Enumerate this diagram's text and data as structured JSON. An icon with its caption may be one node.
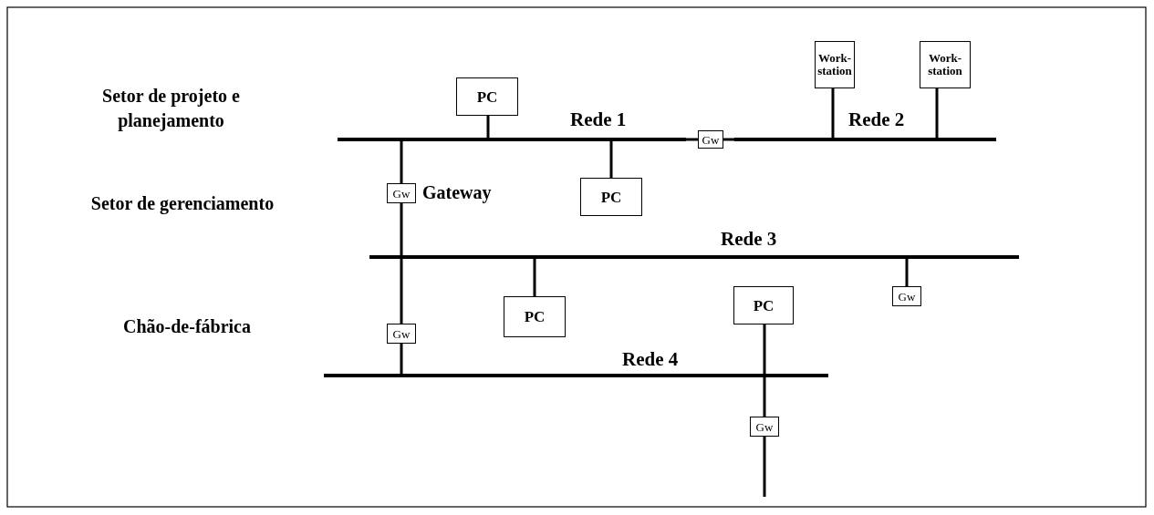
{
  "diagram": {
    "nodes": [
      {
        "text": [
          "Rede 1"
        ]
      },
      {
        "text": [
          "Gw"
        ]
      },
      {
        "text": [
          "Rede 2"
        ]
      },
      {
        "text": [
          "PC"
        ]
      },
      {
        "text": [
          "Work-station"
        ]
      },
      {
        "text": [
          "Work-station"
        ]
      },
      {
        "text": [
          "PC"
        ]
      },
      {
        "text": [
          "Gw"
        ],
        "beside": [
          "Gateway"
        ]
      },
      {
        "text": [
          "Rede 3"
        ]
      },
      {
        "text": [
          "PC"
        ]
      },
      {
        "text": [
          "Gw"
        ]
      },
      {
        "text": [
          "Gw"
        ]
      },
      {
        "text": [
          "PC"
        ]
      },
      {
        "text": [
          "Rede 4"
        ]
      },
      {
        "text": [
          "Gw"
        ]
      }
    ],
    "edges": [
      {
        "from": 0,
        "to": 1,
        "arrow": "none"
      },
      {
        "from": 1,
        "to": 2,
        "arrow": "none"
      },
      {
        "from": 3,
        "to": 0,
        "arrow": "none"
      },
      {
        "from": 4,
        "to": 2,
        "arrow": "none"
      },
      {
        "from": 5,
        "to": 2,
        "arrow": "none"
      },
      {
        "from": 0,
        "to": 6,
        "arrow": "none"
      },
      {
        "from": 0,
        "to": 7,
        "arrow": "none"
      },
      {
        "from": 7,
        "to": 8,
        "arrow": "none"
      },
      {
        "from": 8,
        "to": 9,
        "arrow": "none"
      },
      {
        "from": 8,
        "to": 10,
        "arrow": "none"
      },
      {
        "from": 8,
        "to": 11,
        "arrow": "none"
      },
      {
        "from": 11,
        "to": 13,
        "arrow": "none"
      },
      {
        "from": 12,
        "to": 13,
        "arrow": "none"
      },
      {
        "from": 13,
        "to": 14,
        "arrow": "none"
      },
      {
        "from": 14,
        "to": null,
        "arrow": "none"
      }
    ],
    "labels": [
      "Setor de projeto e planejamento",
      "Setor de gerenciamento",
      "Chão-de-fábrica"
    ]
  }
}
